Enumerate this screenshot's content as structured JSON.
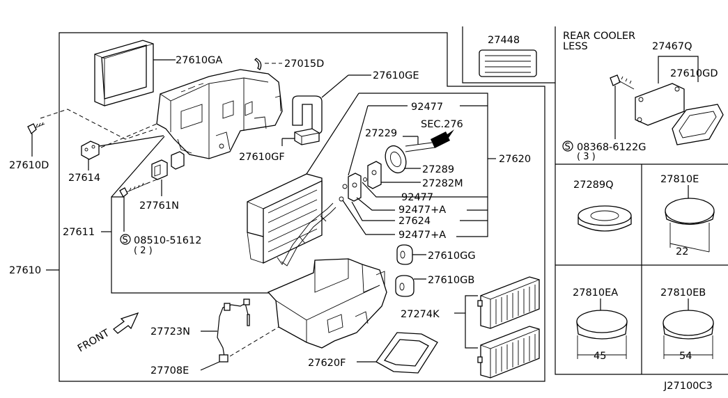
{
  "labels": {
    "p27610GA": "27610GA",
    "p27015D": "27015D",
    "p27610GE": "27610GE",
    "p27610GF": "27610GF",
    "p27610D": "27610D",
    "p27614": "27614",
    "p27761N": "27761N",
    "p27611": "27611",
    "p27610": "27610",
    "screw1_code": "08510-51612",
    "screw1_qty": "( 2 )",
    "p92477_a": "92477",
    "sec276": "SEC.276",
    "p27229": "27229",
    "p27289": "27289",
    "p27282M": "27282M",
    "p92477_b": "92477",
    "p92477A_a": "92477+A",
    "p27624": "27624",
    "p92477A_b": "92477+A",
    "p27620": "27620",
    "p27610GG": "27610GG",
    "p27610GB": "27610GB",
    "p27274K": "27274K",
    "p27723N": "27723N",
    "p27708E": "27708E",
    "p27620F": "27620F",
    "front": "FRONT",
    "p27448": "27448",
    "rear_cooler_1": "REAR COOLER",
    "rear_cooler_2": "LESS",
    "p27467Q": "27467Q",
    "p27610GD": "27610GD",
    "screw2_code": "08368-6122G",
    "screw2_qty": "( 3 )",
    "p27289Q": "27289Q",
    "p27810E": "27810E",
    "dim22": "22",
    "p27810EA": "27810EA",
    "dim45": "45",
    "p27810EB": "27810EB",
    "dim54": "54",
    "diagram_code": "J27100C3",
    "s_symbol": "S"
  }
}
